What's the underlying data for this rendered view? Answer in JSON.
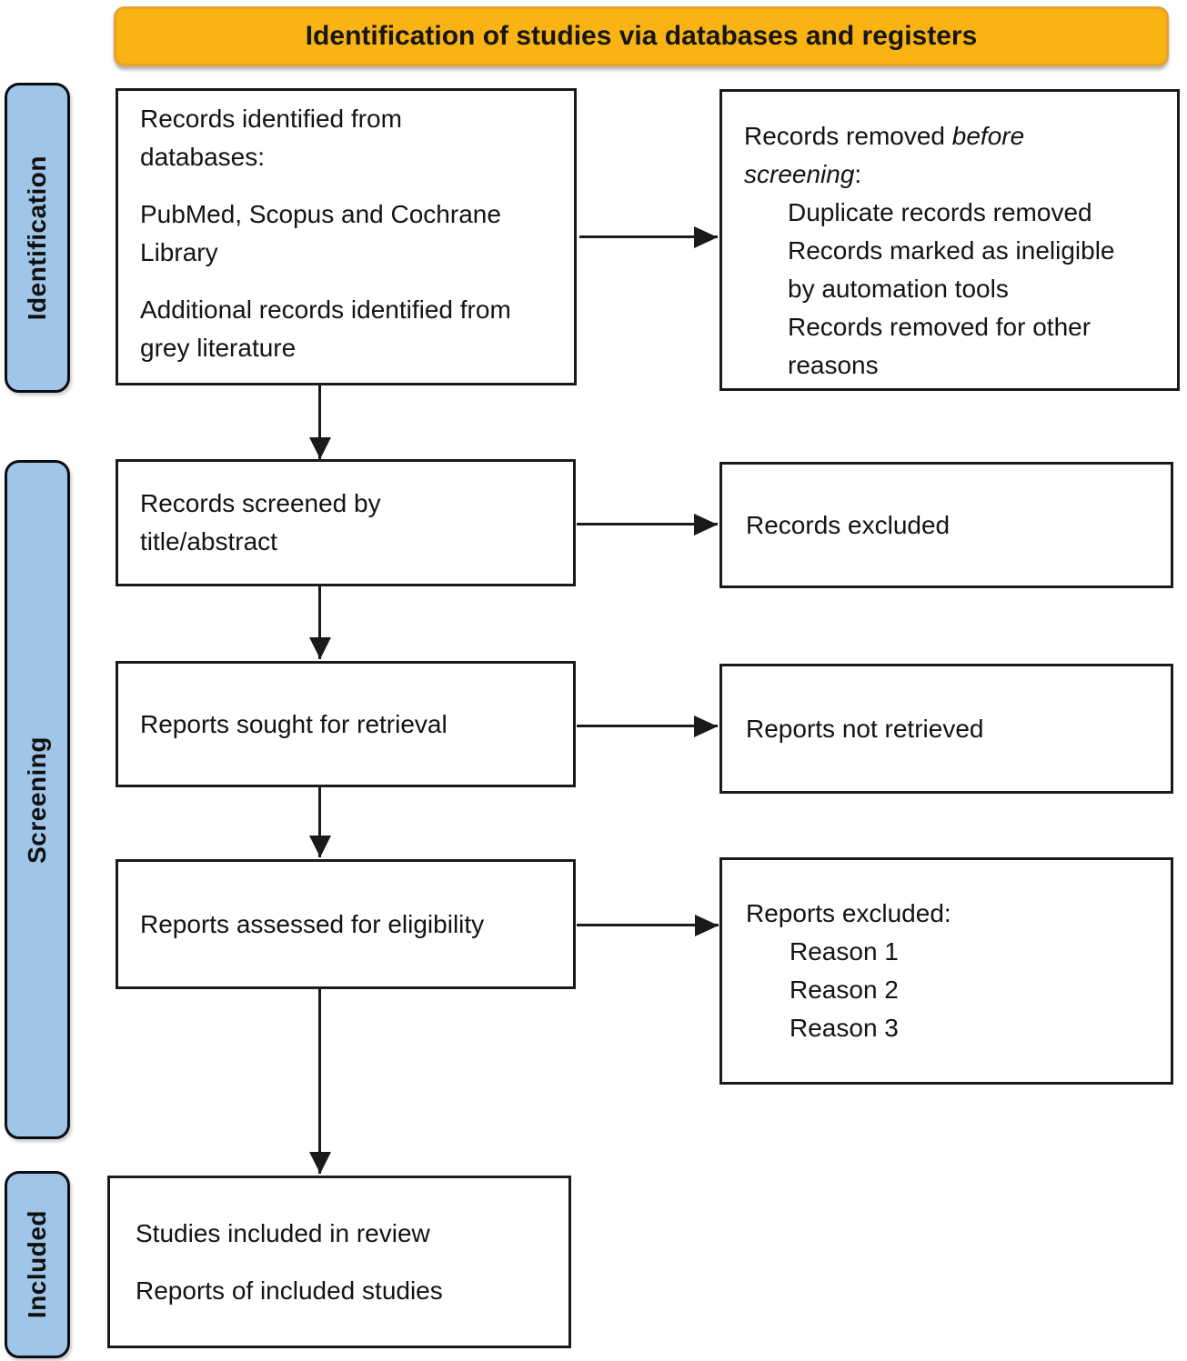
{
  "header": {
    "title": "Identification of studies via databases and registers"
  },
  "sidebar": {
    "stages": [
      "Identification",
      "Screening",
      "Included"
    ]
  },
  "flow": {
    "identified": {
      "lines": [
        "Records identified from\ndatabases:",
        "PubMed, Scopus and Cochrane\nLibrary",
        "Additional records identified from\ngrey literature"
      ]
    },
    "removed": {
      "title_prefix": "Records removed ",
      "title_italic": "before\nscreening",
      "title_colon": ":",
      "items": [
        "Duplicate records removed",
        "Records marked as ineligible\nby automation tools",
        "Records removed for other\nreasons"
      ]
    },
    "screened": {
      "text": "Records screened by\ntitle/abstract"
    },
    "records_excluded": {
      "text": "Records excluded"
    },
    "sought": {
      "text": "Reports sought for retrieval"
    },
    "not_retrieved": {
      "text": "Reports not retrieved"
    },
    "assessed": {
      "text": "Reports assessed for eligibility"
    },
    "reports_excluded": {
      "title": "Reports excluded:",
      "reasons": [
        "Reason 1",
        "Reason 2",
        "Reason 3"
      ]
    },
    "included": {
      "lines": [
        "Studies included in review",
        "Reports of included studies"
      ]
    }
  },
  "colors": {
    "header_fill": "#F9B313",
    "header_border": "#E9A02C",
    "sidebar_fill": "#9FC5E8",
    "line": "#1A1A1A"
  }
}
